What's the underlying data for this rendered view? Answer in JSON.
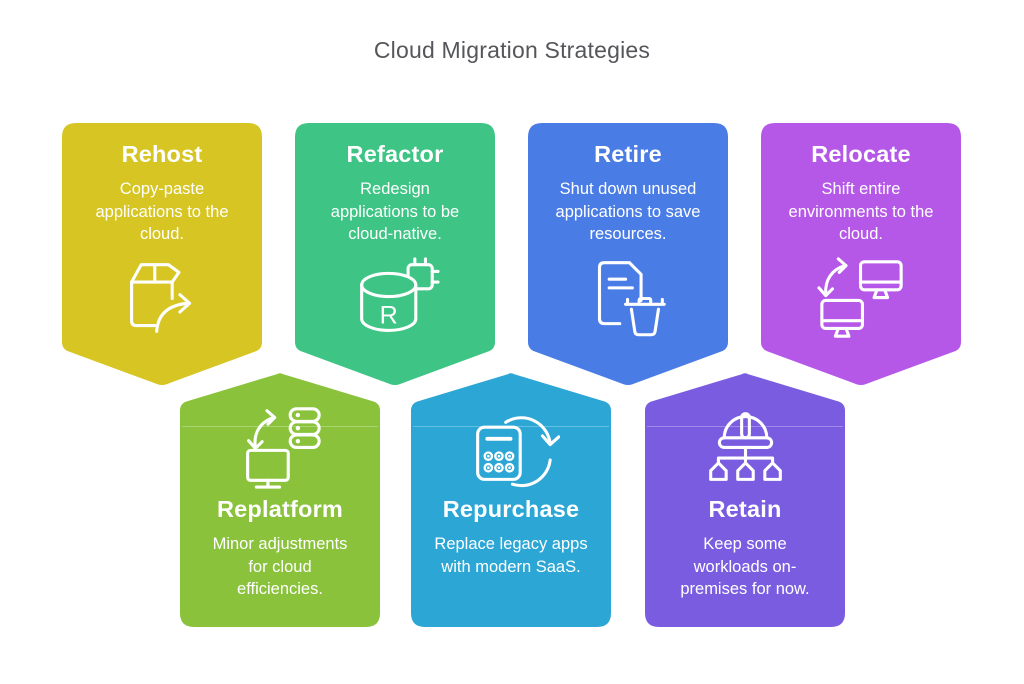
{
  "page": {
    "background": "#ffffff",
    "text_color": "#ffffff",
    "title_color": "#55565a"
  },
  "title": "Cloud Migration Strategies",
  "cards": [
    {
      "id": "rehost",
      "row": "top",
      "title": "Rehost",
      "description": "Copy-paste\napplications to the\ncloud.",
      "color": "#d6c522",
      "icon": "package-export-icon"
    },
    {
      "id": "refactor",
      "row": "top",
      "title": "Refactor",
      "description": "Redesign\napplications to be\ncloud-native.",
      "color": "#3ec484",
      "icon": "database-chip-icon"
    },
    {
      "id": "retire",
      "row": "top",
      "title": "Retire",
      "description": "Shut down unused\napplications to save\nresources.",
      "color": "#4a7ce5",
      "icon": "document-trash-icon"
    },
    {
      "id": "relocate",
      "row": "top",
      "title": "Relocate",
      "description": "Shift entire\nenvironments to the\ncloud.",
      "color": "#b558e8",
      "icon": "monitors-sync-icon"
    },
    {
      "id": "replatform",
      "row": "bottom",
      "title": "Replatform",
      "description": "Minor adjustments\nfor cloud\nefficiencies.",
      "color": "#8ac23c",
      "icon": "monitor-servers-icon"
    },
    {
      "id": "repurchase",
      "row": "bottom",
      "title": "Repurchase",
      "description": "Replace legacy apps\nwith modern SaaS.",
      "color": "#2ba6d5",
      "icon": "calculator-refresh-icon"
    },
    {
      "id": "retain",
      "row": "bottom",
      "title": "Retain",
      "description": "Keep some\nworkloads on-\npremises for now.",
      "color": "#7a5ce1",
      "icon": "helmet-network-icon"
    }
  ]
}
